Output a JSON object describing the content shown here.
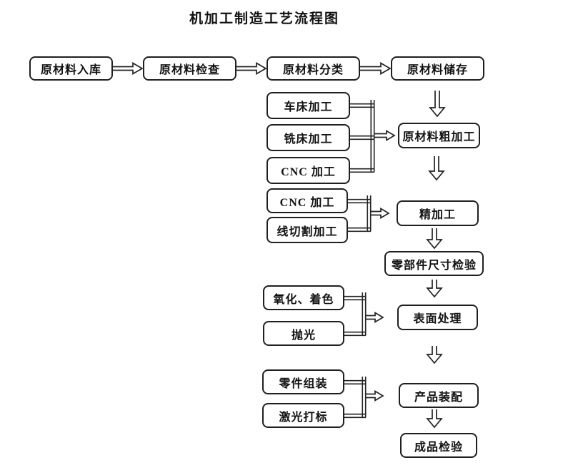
{
  "title": "机加工制造工艺流程图",
  "colors": {
    "line": "#222222",
    "box_border": "#1f1f1f",
    "box_background": "#ffffff",
    "page_background": "#ffffff",
    "text": "#111111"
  },
  "top_row": [
    {
      "label": "原材料入库"
    },
    {
      "label": "原材料检查"
    },
    {
      "label": "原材料分类"
    },
    {
      "label": "原材料储存"
    }
  ],
  "main_flow": [
    {
      "label": "原材料粗加工"
    },
    {
      "label": "精加工"
    },
    {
      "label": "零部件尺寸检验"
    },
    {
      "label": "表面处理"
    },
    {
      "label": "产品装配"
    },
    {
      "label": "成品检验"
    }
  ],
  "input_groups": [
    {
      "target": "原材料粗加工",
      "inputs": [
        {
          "label": "车床加工"
        },
        {
          "label": "铣床加工"
        },
        {
          "label": "CNC 加工"
        }
      ]
    },
    {
      "target": "精加工",
      "inputs": [
        {
          "label": "CNC 加工"
        },
        {
          "label": "线切割加工"
        }
      ]
    },
    {
      "target": "表面处理",
      "inputs": [
        {
          "label": "氧化、着色"
        },
        {
          "label": "抛光"
        }
      ]
    },
    {
      "target": "产品装配",
      "inputs": [
        {
          "label": "零件组装"
        },
        {
          "label": "激光打标"
        }
      ]
    }
  ]
}
